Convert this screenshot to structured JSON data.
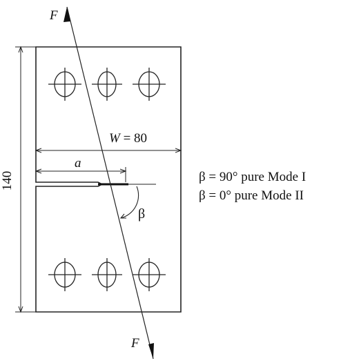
{
  "force_label_top": "F",
  "force_label_bottom": "F",
  "dim_height": "140",
  "dim_width_var": "W",
  "dim_width_val": " = 80",
  "dim_crack": "a",
  "angle_label": "β",
  "legend": {
    "line1": "β = 90° pure Mode I",
    "line2": "β = 0° pure Mode II"
  }
}
